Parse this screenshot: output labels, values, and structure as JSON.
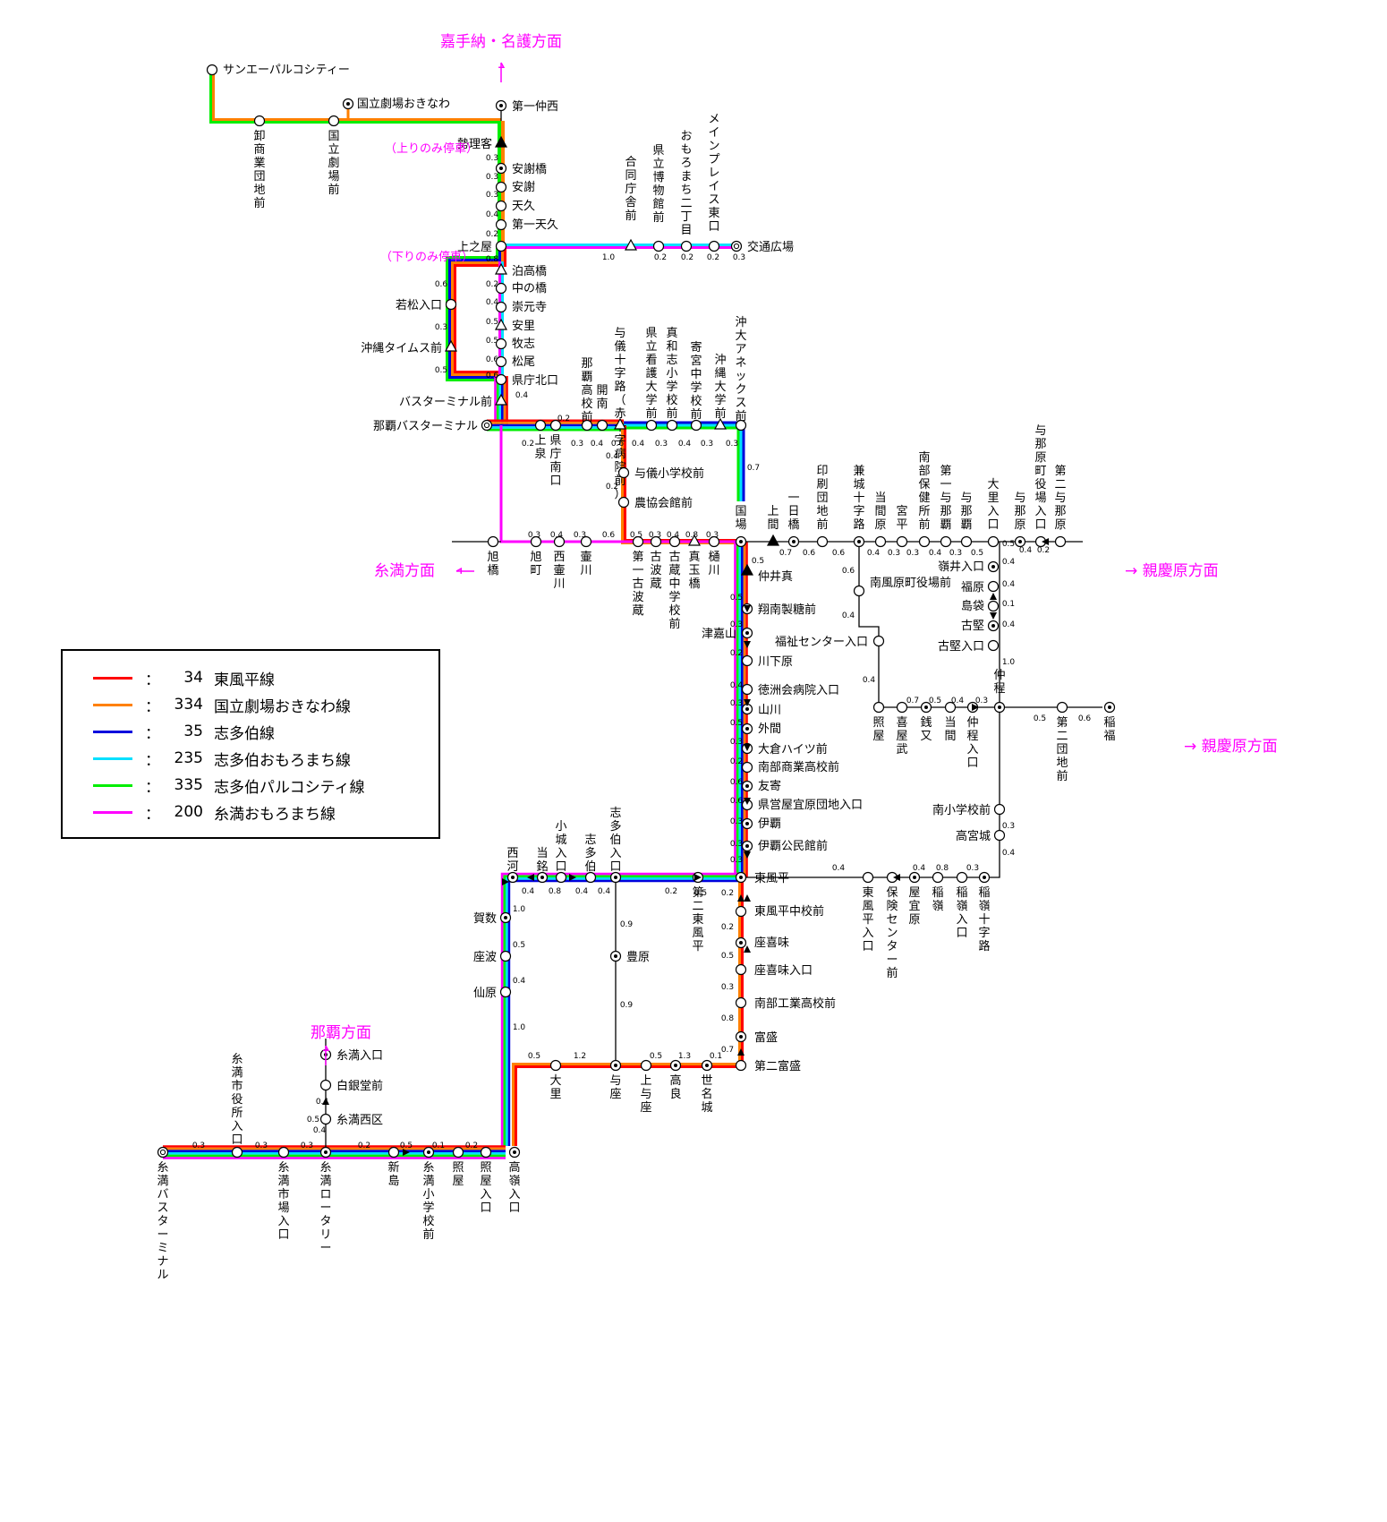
{
  "directions": {
    "kadena": "嘉手納・名護方面",
    "itoman": "糸満方面",
    "oyakebaru1": "→ 親慶原方面",
    "oyakebaru2": "→ 親慶原方面",
    "naha": "那覇方面"
  },
  "notes": {
    "up_only": "（上りのみ停車）",
    "down_only": "（下りのみ停車）"
  },
  "colors": {
    "r34": "#ff0000",
    "r334": "#ff8000",
    "r35": "#0000dd",
    "r235": "#00e0ff",
    "r335": "#00ee00",
    "r200": "#ff00ff",
    "single": "#000000"
  },
  "legend": [
    {
      "colon": "：",
      "code": "34",
      "name": "東風平線",
      "color": "#ff0000"
    },
    {
      "colon": "：",
      "code": "334",
      "name": "国立劇場おきなわ線",
      "color": "#ff8000"
    },
    {
      "colon": "：",
      "code": "35",
      "name": "志多伯線",
      "color": "#0000dd"
    },
    {
      "colon": "：",
      "code": "235",
      "name": "志多伯おもろまち線",
      "color": "#00e0ff"
    },
    {
      "colon": "：",
      "code": "335",
      "name": "志多伯パルコシティ線",
      "color": "#00ee00"
    },
    {
      "colon": "：",
      "code": "200",
      "name": "糸満おもろまち線",
      "color": "#ff00ff"
    }
  ],
  "stations": [
    "サンエーパルコシティー",
    "卸商業団地前",
    "国立劇場前",
    "国立劇場おきなわ",
    "第一仲西",
    "勢理客",
    "安謝橋",
    "安謝",
    "天久",
    "第一天久",
    "上之屋",
    "合同庁舎前",
    "県立博物館前",
    "おもろまち二丁目",
    "メインプレイス東口",
    "交通広場",
    "泊高橋",
    "中の橋",
    "崇元寺",
    "安里",
    "牧志",
    "松尾",
    "県庁北口",
    "若松入口",
    "沖縄タイムス前",
    "バスターミナル前",
    "那覇バスターミナル",
    "上泉",
    "県庁南口",
    "那覇高校前",
    "開南",
    "与儀十字路（赤十字病院前）",
    "県立看護大学前",
    "真和志小学校前",
    "寄宮中学校前",
    "沖縄大学前",
    "沖大アネックス前",
    "与儀小学校前",
    "農協会館前",
    "旭橋",
    "旭町",
    "西壷川",
    "壷川",
    "第一古波蔵",
    "古波蔵",
    "古蔵中学校前",
    "真玉橋",
    "樋川",
    "国場",
    "上間",
    "一日橋",
    "印刷団地前",
    "兼城十字路",
    "当間原",
    "宮平",
    "南部保健所前",
    "第一与那覇",
    "与那覇",
    "大里入口",
    "与那原",
    "与那原町役場入口",
    "第二与那原",
    "南風原町役場前",
    "嶺井入口",
    "福原",
    "島袋",
    "古堅",
    "古堅入口",
    "福祉センター入口",
    "照屋",
    "喜屋武",
    "銭又",
    "当間",
    "仲程入口",
    "仲程",
    "第二団地前",
    "稲福",
    "南小学校前",
    "高宮城",
    "稲嶺十字路",
    "稲嶺入口",
    "稲嶺",
    "屋宜原",
    "保険センター前",
    "東風平入口",
    "仲井真",
    "翔南製糖前",
    "津嘉山",
    "川下原",
    "徳洲会病院入口",
    "山川",
    "外間",
    "大倉ハイツ前",
    "南部商業高校前",
    "友寄",
    "県営屋宜原団地入口",
    "伊覇",
    "伊覇公民館前",
    "東風平",
    "第二東風平",
    "志多伯入口",
    "志多伯",
    "小城入口",
    "当銘",
    "西河",
    "賀数",
    "座波",
    "仙原",
    "東風平中校前",
    "座喜味",
    "座喜味入口",
    "南部工業高校前",
    "富盛",
    "第二富盛",
    "豊原",
    "世名城",
    "高良",
    "上与座",
    "与座",
    "大里",
    "高嶺入口",
    "照屋入口",
    "照屋",
    "糸満小学校前",
    "新島",
    "糸満ロータリー",
    "糸満市場入口",
    "糸満市役所入口",
    "糸満バスターミナル",
    "糸満西区",
    "白銀堂前",
    "糸満入口"
  ],
  "distances": [
    "0.3",
    "0.3",
    "0.3",
    "0.4",
    "0.2",
    "0.8",
    "0.2",
    "0.4",
    "0.5",
    "0.5",
    "0.6",
    "0.6",
    "0.4",
    "0.6",
    "0.3",
    "0.5",
    "1.0",
    "0.2",
    "0.2",
    "0.2",
    "0.3",
    "0.2",
    "0.2",
    "0.3",
    "0.4",
    "0.6",
    "0.4",
    "0.3",
    "0.4",
    "0.3",
    "0.3",
    "0.4",
    "0.2",
    "0.7",
    "0.3",
    "0.4",
    "0.3",
    "0.6",
    "0.5",
    "0.3",
    "0.4",
    "0.8",
    "0.3",
    "0.5",
    "0.7",
    "0.6",
    "0.6",
    "0.6",
    "0.4",
    "0.3",
    "0.3",
    "0.4",
    "0.3",
    "0.5",
    "0.4",
    "0.2",
    "0.5",
    "0.4",
    "0.4",
    "0.1",
    "0.4",
    "1.0",
    "0.4",
    "0.4",
    "0.7",
    "0.5",
    "0.4",
    "0.3",
    "0.5",
    "0.6",
    "0.3",
    "0.4",
    "0.3",
    "0.8",
    "0.4",
    "0.4",
    "0.4",
    "0.3",
    "0.5",
    "0.3",
    "0.2",
    "0.6",
    "0.6",
    "0.3",
    "0.3",
    "0.3",
    "0.3",
    "0.5",
    "0.2",
    "0.2",
    "0.2",
    "0.5",
    "0.3",
    "0.8",
    "0.7",
    "0.5",
    "0.4",
    "0.8",
    "0.4",
    "0.4",
    "0.2",
    "1.0",
    "0.5",
    "0.4",
    "1.0",
    "0.9",
    "0.9",
    "0.5",
    "1.2",
    "0.5",
    "1.3",
    "0.1",
    "0.3",
    "0.3",
    "0.3",
    "0.2",
    "0.5",
    "0.4",
    "0.5",
    "0.1",
    "0.2",
    "0.4"
  ]
}
